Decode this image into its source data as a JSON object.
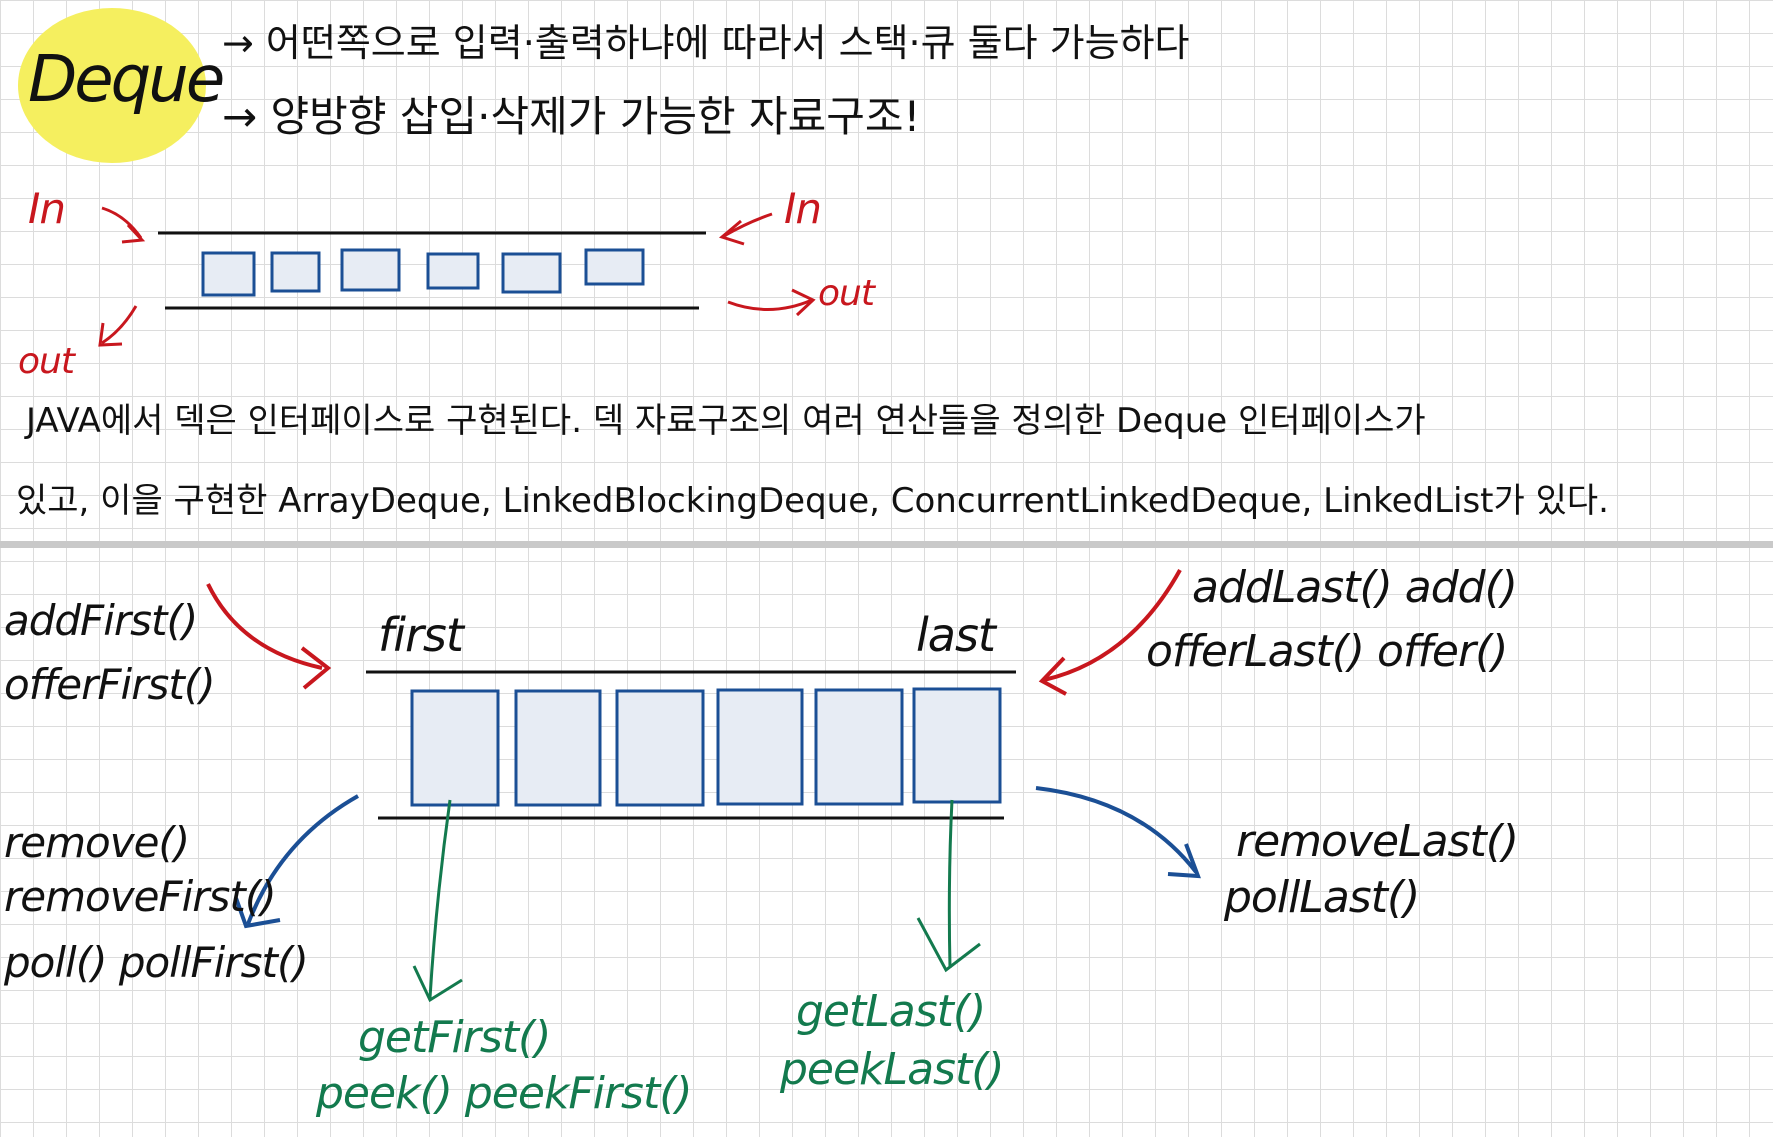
{
  "title": "Deque",
  "intro": {
    "line1": "→ 어떤쪽으로 입력·출력하냐에 따라서 스택·큐 둘다 가능하다",
    "line2": "→ 양방향 삽입·삭제가 가능한 자료구조!"
  },
  "top_diagram": {
    "in_left": "In",
    "in_right": "In",
    "out_left": "out",
    "out_right": "out",
    "box_count": 6
  },
  "description": {
    "line1": "JAVA에서 덱은 인터페이스로 구현된다. 덱 자료구조의 여러 연산들을 정의한 Deque 인터페이스가",
    "line2": "있고, 이을 구현한 ArrayDeque, LinkedBlockingDeque, ConcurrentLinkedDeque, LinkedList가 있다."
  },
  "main_diagram": {
    "first_label": "first",
    "last_label": "last",
    "box_count": 6,
    "add_first": [
      "addFirst()",
      "offerFirst()"
    ],
    "add_last": [
      "addLast() add()",
      "offerLast() offer()"
    ],
    "remove_first": [
      "remove()",
      "removeFirst()",
      "poll() pollFirst()"
    ],
    "remove_last": [
      "removeLast()",
      "pollLast()"
    ],
    "peek_first": [
      "getFirst()",
      "peek() peekFirst()"
    ],
    "peek_last": [
      "getLast()",
      "peekLast()"
    ]
  },
  "colors": {
    "red": "#c8171e",
    "blue": "#1b4f95",
    "green": "#137a4e",
    "highlight": "#f5ef5f",
    "box_fill": "#e7ecf4"
  }
}
